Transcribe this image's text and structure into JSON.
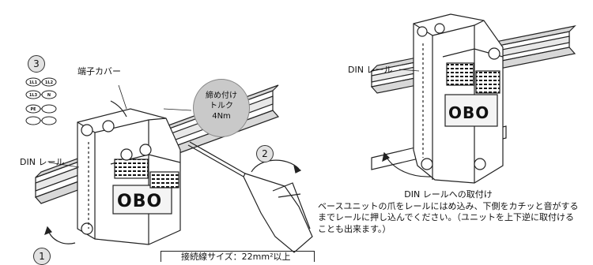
{
  "labels": {
    "terminal_cover": "端子カバー",
    "din_rail_left": "DIN レール",
    "din_rail_right": "DIN レール",
    "step_1": "1",
    "step_2": "2",
    "step_3": "3"
  },
  "torque": {
    "line1": "締め付け",
    "line2": "トルク",
    "line3": "4Nm"
  },
  "wire_note": "接続線サイズ：22mm²以上",
  "device_logo": "OBO",
  "terminal_marks": [
    "1L1",
    "1L2",
    "1L3",
    "N",
    "PE"
  ],
  "caption": {
    "title": "DIN レールへの取付け",
    "body": "ベースユニットの爪をレールにはめ込み、下側をカチッと音がするまでレールに押し込んでください。（ユニットを上下逆に取付けることも出来ます。）"
  }
}
